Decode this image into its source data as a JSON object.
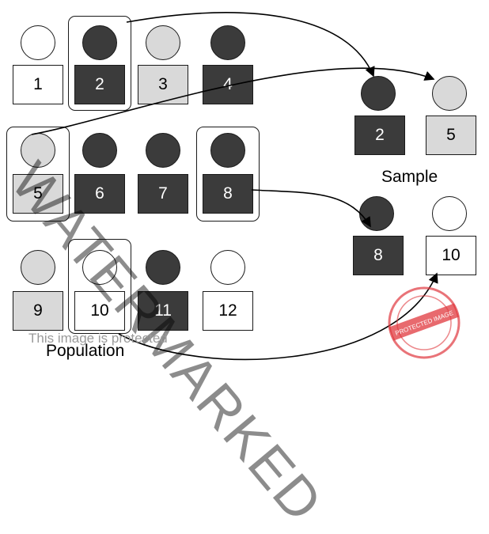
{
  "population": {
    "label": "Population",
    "items": [
      {
        "number": "1",
        "fill": "white"
      },
      {
        "number": "2",
        "fill": "dark"
      },
      {
        "number": "3",
        "fill": "light"
      },
      {
        "number": "4",
        "fill": "dark"
      },
      {
        "number": "5",
        "fill": "light"
      },
      {
        "number": "6",
        "fill": "dark"
      },
      {
        "number": "7",
        "fill": "dark"
      },
      {
        "number": "8",
        "fill": "dark"
      },
      {
        "number": "9",
        "fill": "light"
      },
      {
        "number": "10",
        "fill": "white"
      },
      {
        "number": "11",
        "fill": "dark"
      },
      {
        "number": "12",
        "fill": "white"
      }
    ],
    "selected": [
      "2",
      "5",
      "8",
      "10"
    ]
  },
  "sample": {
    "label": "Sample",
    "items": [
      {
        "number": "2",
        "fill": "dark"
      },
      {
        "number": "5",
        "fill": "light"
      },
      {
        "number": "8",
        "fill": "dark"
      },
      {
        "number": "10",
        "fill": "white"
      }
    ]
  },
  "colors": {
    "dark": "#3b3b3b",
    "light": "#d9d9d9",
    "white": "#ffffff",
    "stamp": "#e0383e"
  },
  "watermark": {
    "text": "WATERMARKED",
    "protected_text": "This image is protected",
    "stamp_text": "PROTECTED IMAGE"
  }
}
